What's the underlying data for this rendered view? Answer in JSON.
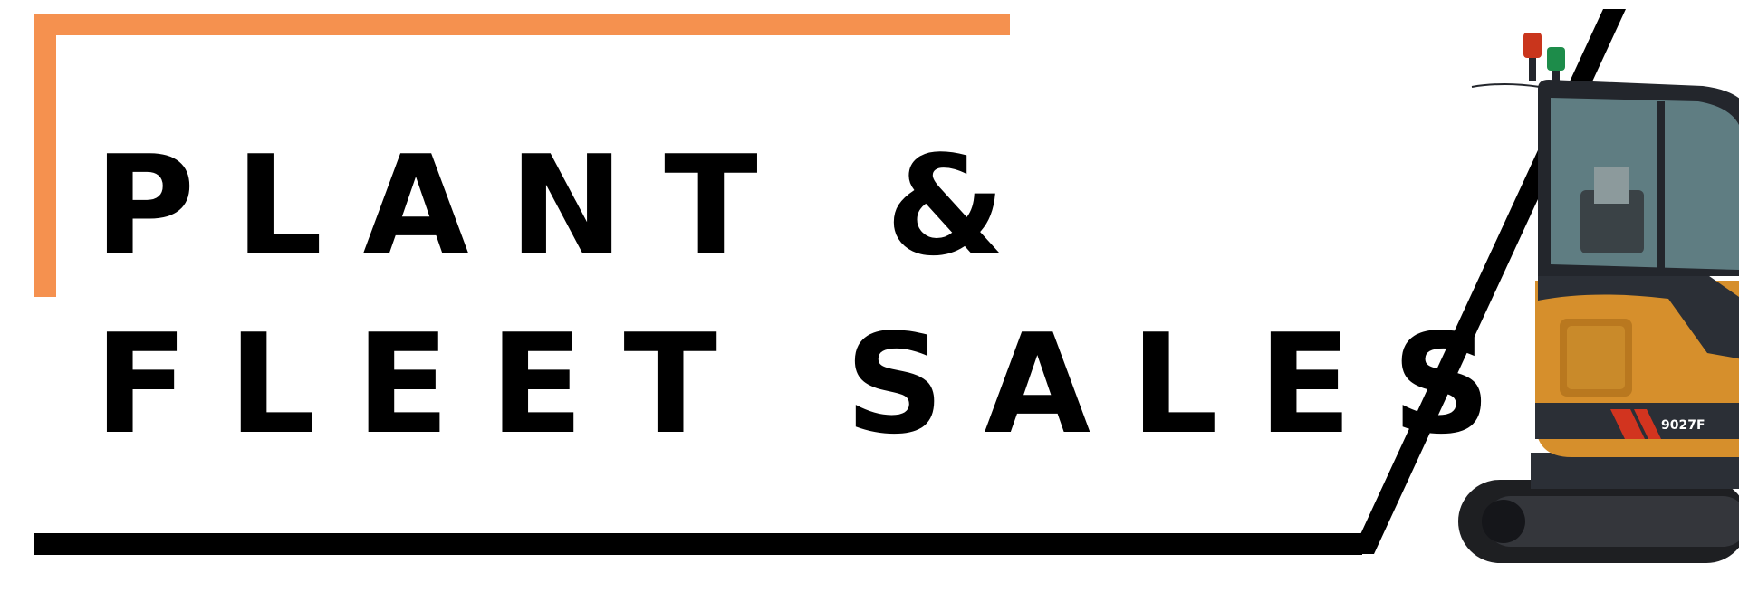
{
  "banner": {
    "line1": "PLANT &",
    "line2": "FLEET SALES",
    "model_badge": "9027F"
  },
  "photo": {
    "subject": "excavator-icon"
  },
  "colors": {
    "accent": "#f5914f",
    "text": "#000000",
    "background": "#ffffff",
    "machine_body": "#d68f2c",
    "machine_dark": "#2b2f36",
    "cab_glass": "#5f7d82",
    "beacon_red": "#c9351c",
    "beacon_green": "#1d8c4a"
  }
}
